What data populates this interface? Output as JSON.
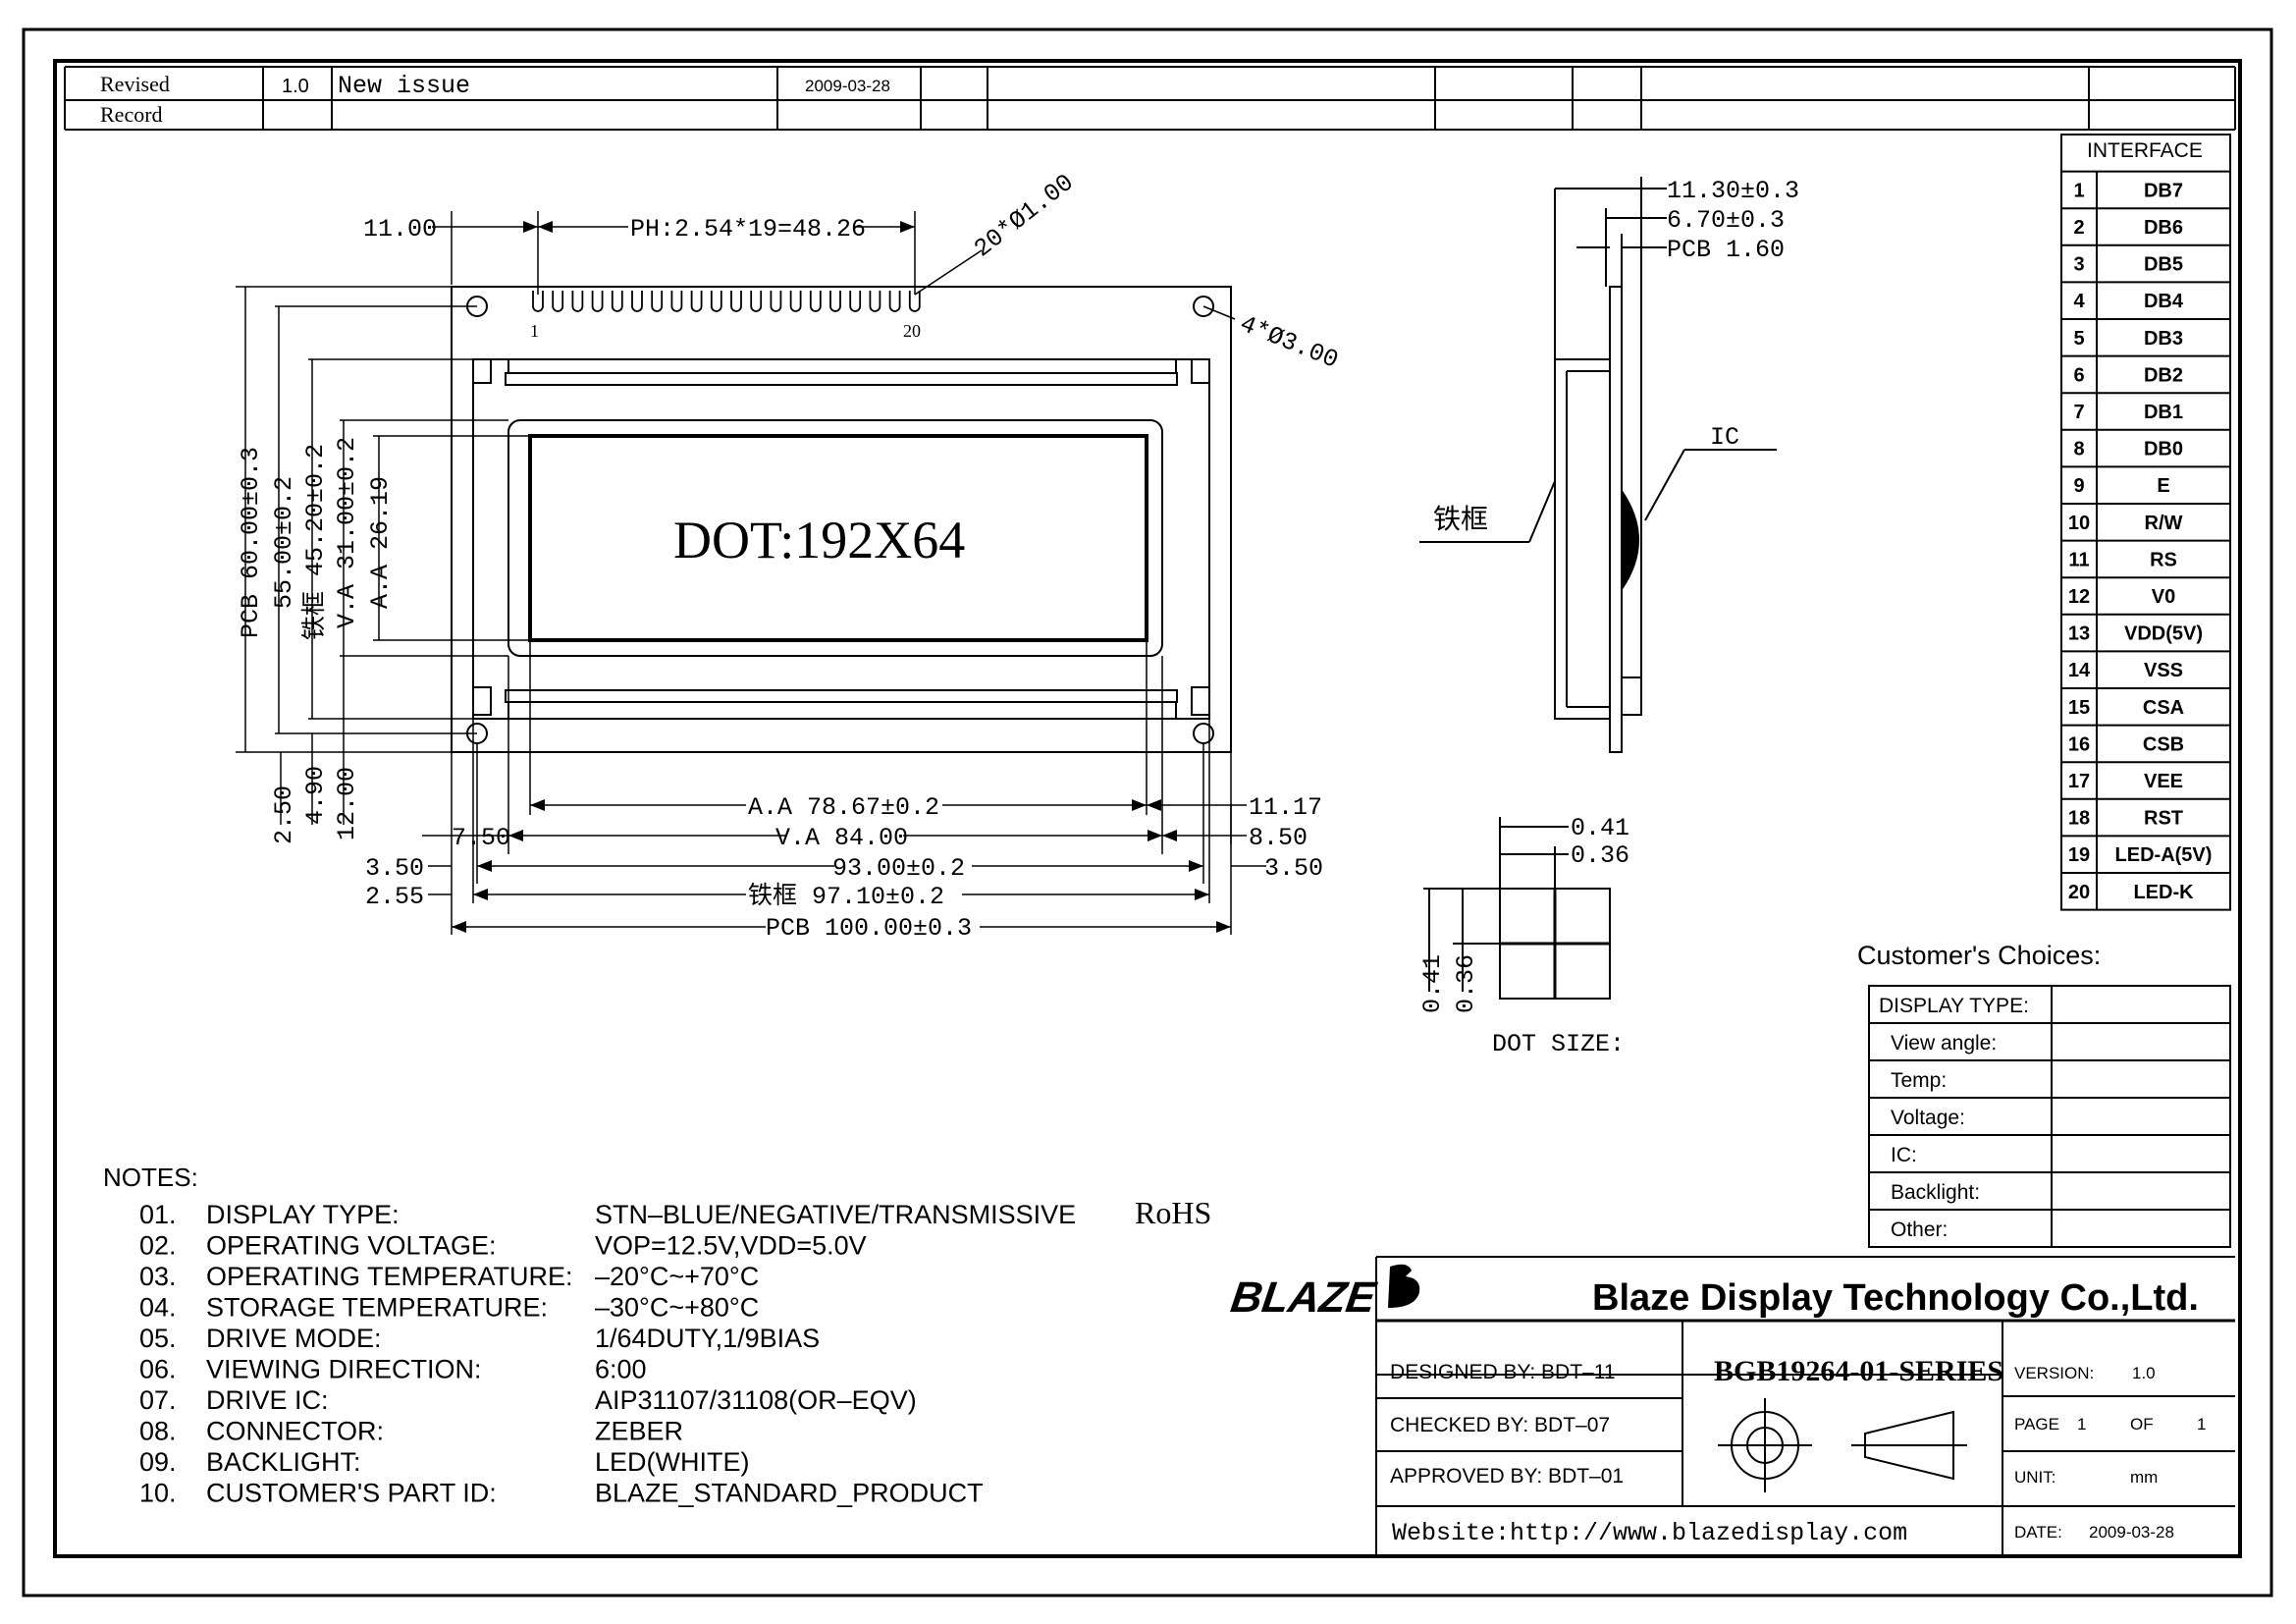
{
  "revision": {
    "label_line1": "Revised",
    "label_line2": "Record",
    "version": "1.0",
    "description": "New issue",
    "date": "2009-03-28"
  },
  "front_view": {
    "dot_label": "DOT:192X64",
    "pin_pitch": "PH:2.54*19=48.26",
    "pin_holes": "20*Ø1.00",
    "pin_first": "1",
    "pin_last": "20",
    "mount_holes": "4*Ø3.00",
    "dim_left_offset": "11.00",
    "dim_pcb_height": "PCB 60.00±0.3",
    "dim_55": "55.00±0.2",
    "dim_frame_height": "铁框 45.20±0.2",
    "dim_va_height": "V.A 31.00±0.2",
    "dim_aa_height": "A.A 26.19",
    "dim_2_50": "2.50",
    "dim_4_90": "4.90",
    "dim_12_00": "12.00",
    "dim_aa_width": "A.A 78.67±0.2",
    "dim_11_17": "11.17",
    "dim_7_50": "7.50",
    "dim_va_width": "V.A 84.00",
    "dim_8_50": "8.50",
    "dim_3_50_left": "3.50",
    "dim_93": "93.00±0.2",
    "dim_3_50_right": "3.50",
    "dim_2_55": "2.55",
    "dim_frame_width": "铁框 97.10±0.2",
    "dim_pcb_width": "PCB 100.00±0.3"
  },
  "side_view": {
    "dim_total": "11.30±0.3",
    "dim_670": "6.70±0.3",
    "dim_pcb": "PCB 1.60",
    "label_ic": "IC",
    "label_frame": "铁框"
  },
  "dot_size": {
    "label": "DOT SIZE:",
    "dim_h1": "0.41",
    "dim_h2": "0.36",
    "dim_v1": "0.41",
    "dim_v2": "0.36"
  },
  "interface": {
    "title": "INTERFACE",
    "pins": [
      {
        "no": "1",
        "sig": "DB7"
      },
      {
        "no": "2",
        "sig": "DB6"
      },
      {
        "no": "3",
        "sig": "DB5"
      },
      {
        "no": "4",
        "sig": "DB4"
      },
      {
        "no": "5",
        "sig": "DB3"
      },
      {
        "no": "6",
        "sig": "DB2"
      },
      {
        "no": "7",
        "sig": "DB1"
      },
      {
        "no": "8",
        "sig": "DB0"
      },
      {
        "no": "9",
        "sig": "E"
      },
      {
        "no": "10",
        "sig": "R/W"
      },
      {
        "no": "11",
        "sig": "RS"
      },
      {
        "no": "12",
        "sig": "V0"
      },
      {
        "no": "13",
        "sig": "VDD(5V)"
      },
      {
        "no": "14",
        "sig": "VSS"
      },
      {
        "no": "15",
        "sig": "CSA"
      },
      {
        "no": "16",
        "sig": "CSB"
      },
      {
        "no": "17",
        "sig": "VEE"
      },
      {
        "no": "18",
        "sig": "RST"
      },
      {
        "no": "19",
        "sig": "LED-A(5V)"
      },
      {
        "no": "20",
        "sig": "LED-K"
      }
    ]
  },
  "customer_choices": {
    "title": "Customer's  Choices:",
    "rows": [
      "DISPLAY TYPE:",
      "View angle:",
      "Temp:",
      "Voltage:",
      "IC:",
      "Backlight:",
      "Other:"
    ]
  },
  "notes": {
    "title": "NOTES:",
    "items": [
      {
        "num": "01.",
        "label": "DISPLAY  TYPE:",
        "value": "STN–BLUE/NEGATIVE/TRANSMISSIVE"
      },
      {
        "num": "02.",
        "label": "OPERATING  VOLTAGE:",
        "value": "VOP=12.5V,VDD=5.0V"
      },
      {
        "num": "03.",
        "label": "OPERATING  TEMPERATURE:",
        "value": "–20°C~+70°C"
      },
      {
        "num": "04.",
        "label": "STORAGE  TEMPERATURE:",
        "value": "–30°C~+80°C"
      },
      {
        "num": "05.",
        "label": "DRIVE  MODE:",
        "value": "1/64DUTY,1/9BIAS"
      },
      {
        "num": "06.",
        "label": "VIEWING  DIRECTION:",
        "value": "6:00"
      },
      {
        "num": "07.",
        "label": "DRIVE  IC:",
        "value": "AIP31107/31108(OR–EQV)"
      },
      {
        "num": "08.",
        "label": "CONNECTOR:",
        "value": "ZEBER"
      },
      {
        "num": "09.",
        "label": "BACKLIGHT:",
        "value": "LED(WHITE)"
      },
      {
        "num": "10.",
        "label": "CUSTOMER'S  PART  ID:",
        "value": "BLAZE_STANDARD_PRODUCT"
      }
    ],
    "rohs": "RoHS"
  },
  "title_block": {
    "logo_text": "BLAZE",
    "company": "Blaze Display Technology Co.,Ltd.",
    "designed_by": "DESIGNED  BY:  BDT–11",
    "checked_by": "CHECKED  BY:  BDT–07",
    "approved_by": "APPROVED  BY: BDT–01",
    "part_number": "BGB19264-01-SERIES",
    "version_label": "VERSION:",
    "version_value": "1.0",
    "page_label": "PAGE",
    "page_value": "1",
    "page_of": "OF",
    "page_total": "1",
    "unit_label": "UNIT:",
    "unit_value": "mm",
    "date_label": "DATE:",
    "date_value": "2009-03-28",
    "website": "Website:http://www.blazedisplay.com"
  }
}
